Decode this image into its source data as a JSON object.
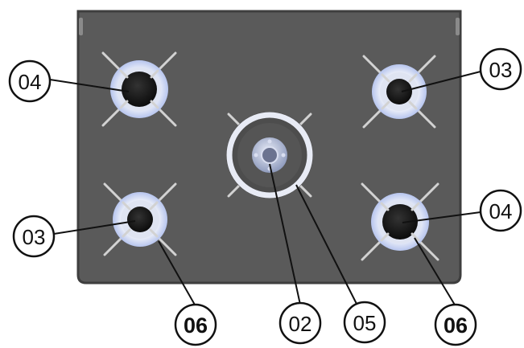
{
  "diagram": {
    "colors": {
      "cooktop": "#5a5a5a",
      "cooktop_edge": "#3e3e3e",
      "ring": "#e6e9f4",
      "ring_glow": "#b7c5ee",
      "cap": "#141414",
      "grate": "#d2d2d2",
      "callout_line": "#111111"
    },
    "burners": [
      {
        "id": "burner-top-left",
        "type": "standard",
        "callout": "04"
      },
      {
        "id": "burner-top-right",
        "type": "small",
        "callout": "03"
      },
      {
        "id": "burner-center",
        "type": "wok",
        "callout": "02"
      },
      {
        "id": "burner-bottom-left",
        "type": "small",
        "callout": "03"
      },
      {
        "id": "burner-bottom-right",
        "type": "standard",
        "callout": "04"
      }
    ],
    "callouts": {
      "top_left": "04",
      "top_right": "03",
      "mid_left": "03",
      "mid_right": "04",
      "bottom_1": "06",
      "bottom_2": "02",
      "bottom_3": "05",
      "bottom_4": "06"
    }
  }
}
